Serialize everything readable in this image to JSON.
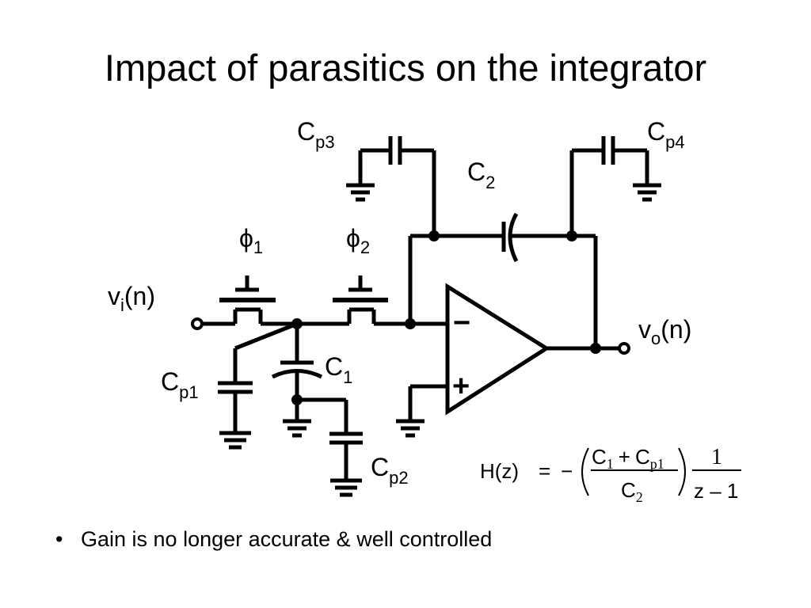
{
  "slide": {
    "title": "Impact of parasitics on the integrator",
    "bullets": [
      "Gain is no longer accurate & well controlled"
    ]
  },
  "circuit": {
    "labels": {
      "vi": {
        "main": "v",
        "sub": "i",
        "tail": "(n)"
      },
      "vo": {
        "main": "v",
        "sub": "o",
        "tail": "(n)"
      },
      "phi1": {
        "main": "ϕ",
        "sub": "1"
      },
      "phi2": {
        "main": "ϕ",
        "sub": "2"
      },
      "c1": {
        "main": "C",
        "sub": "1"
      },
      "c2": {
        "main": "C",
        "sub": "2"
      },
      "cp1": {
        "main": "C",
        "sub": "p1"
      },
      "cp2": {
        "main": "C",
        "sub": "p2"
      },
      "cp3": {
        "main": "C",
        "sub": "p3"
      },
      "cp4": {
        "main": "C",
        "sub": "p4"
      },
      "opamp_minus": "−",
      "opamp_plus": "+"
    }
  },
  "formula": {
    "lhs": "H(z)",
    "eq": "=",
    "neg": "−",
    "num_c1": "C",
    "num_c1_sub": "1",
    "num_plus": "+",
    "num_cp": "C",
    "num_cp_sub": "p1",
    "den_c2": "C",
    "den_c2_sub": "2",
    "frac2_num": "1",
    "frac2_den": "z – 1"
  }
}
